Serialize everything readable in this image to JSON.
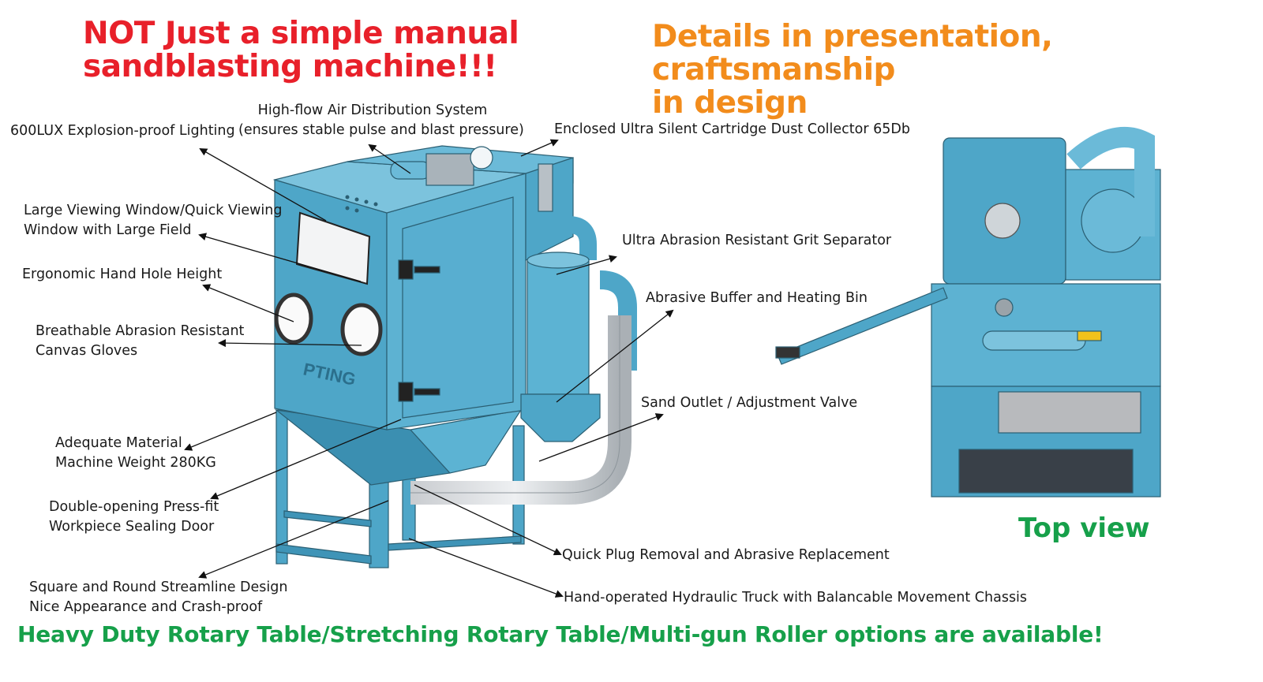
{
  "headings": {
    "left": [
      "NOT Just a simple manual",
      "sandblasting machine!!!"
    ],
    "right": [
      "Details in presentation, craftsmanship",
      "in design"
    ]
  },
  "labels": {
    "lighting": "600LUX Explosion-proof Lighting",
    "air_system": [
      "High-flow Air Distribution System",
      "(ensures stable pulse and blast pressure)"
    ],
    "dust_collector": "Enclosed Ultra Silent Cartridge Dust Collector 65Db",
    "viewing_window": [
      "Large Viewing Window/Quick Viewing",
      "Window with Large Field"
    ],
    "hand_hole": "Ergonomic Hand Hole Height",
    "gloves": [
      "Breathable Abrasion Resistant",
      "Canvas Gloves"
    ],
    "grit_separator": "Ultra Abrasion Resistant Grit Separator",
    "buffer_bin": "Abrasive Buffer and Heating Bin",
    "sand_outlet": "Sand Outlet / Adjustment Valve",
    "material": [
      "Adequate Material",
      "Machine Weight 280KG"
    ],
    "door": [
      "Double-opening Press-fit",
      "Workpiece Sealing Door"
    ],
    "streamline": [
      "Square and Round Streamline Design",
      "Nice Appearance and Crash-proof"
    ],
    "quick_plug": "Quick Plug Removal and Abrasive Replacement",
    "truck": "Hand-operated Hydraulic Truck with Balancable Movement Chassis"
  },
  "brand_mark": "PTING",
  "top_view_label": "Top view",
  "footer": "Heavy Duty Rotary Table/Stretching Rotary Table/Multi-gun Roller options are available!",
  "colors": {
    "red_heading": "#e8202a",
    "orange_heading": "#f28c1c",
    "green_text": "#16a04a",
    "machine_blue": "#4ea6c8"
  }
}
